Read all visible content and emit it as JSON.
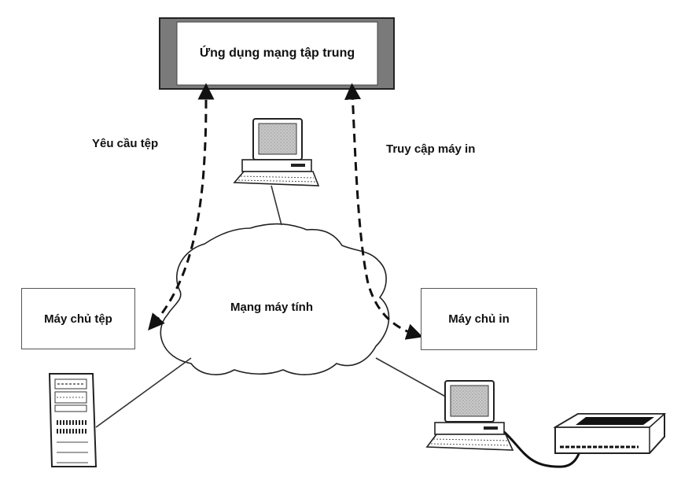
{
  "app_box": {
    "label": "Ứng dụng mạng tập trung"
  },
  "file_server": {
    "label": "Máy chủ tệp"
  },
  "print_server": {
    "label": "Máy chủ in"
  },
  "network": {
    "label": "Mạng máy tính"
  },
  "arrows": {
    "file_request": "Yêu cầu tệp",
    "printer_access": "Truy cập máy in"
  },
  "colors": {
    "frame": "#777777",
    "line": "#222222",
    "screen": "#bbbbbb"
  }
}
